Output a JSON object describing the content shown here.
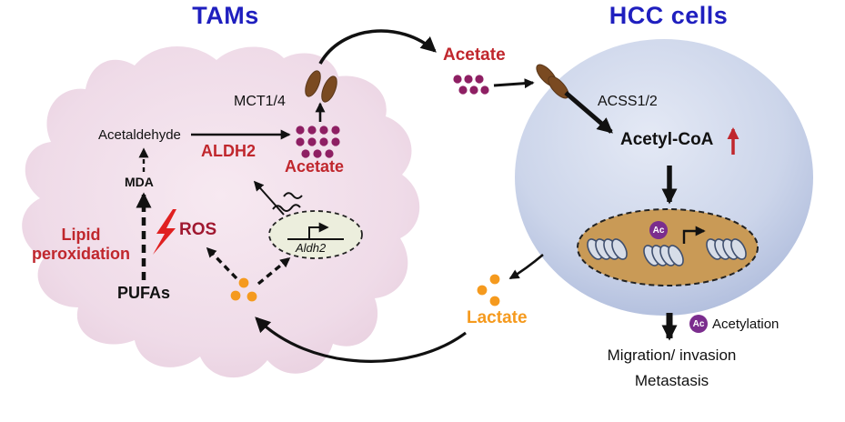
{
  "titles": {
    "tams": "TAMs",
    "hcc": "HCC cells"
  },
  "tam": {
    "mct14": "MCT1/4",
    "acetaldehyde": "Acetaldehyde",
    "aldh2": "ALDH2",
    "acetate": "Acetate",
    "mda": "MDA",
    "ros": "ROS",
    "lipid1": "Lipid",
    "lipid2": "peroxidation",
    "pufas": "PUFAs",
    "aldh2_gene": "Aldh2"
  },
  "between": {
    "acetate": "Acetate",
    "lactate": "Lactate"
  },
  "hcc": {
    "acss12": "ACSS1/2",
    "acetyl_coa": "Acetyl-CoA",
    "ac": "Ac",
    "migration": "Migration/ invasion",
    "metastasis": "Metastasis"
  },
  "legend": {
    "ac": "Ac",
    "label": "Acetylation"
  },
  "colors": {
    "title_blue": "#1f1fbf",
    "red": "#c0272d",
    "dark_red": "#a01830",
    "orange": "#f59a1e",
    "purple_dot": "#8e1f63",
    "transporter_brown": "#7a4a21",
    "ac_purple": "#7b2d8e",
    "tam_pink": "#eed9e6",
    "hcc_blue": "#ccd5ea",
    "nucleus_tan": "#c99a56"
  }
}
